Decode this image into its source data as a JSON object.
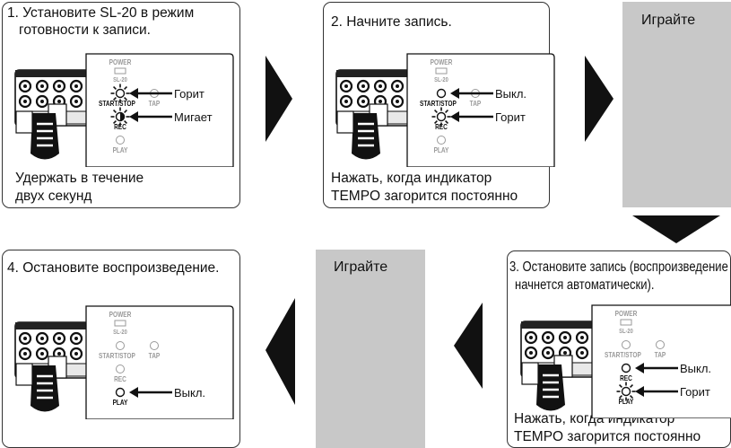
{
  "steps": [
    {
      "title_line1": "1. Установите SL-20 в режим",
      "title_line2": "готовности к записи.",
      "caption_line1": "Удержать в течение",
      "caption_line2": "двух секунд",
      "callout_top": "Горит",
      "callout_bottom": "Мигает"
    },
    {
      "title_line1": "2. Начните запись.",
      "caption_line1": "Нажать, когда индикатор",
      "caption_line2": "TEMPO загорится постоянно",
      "callout_top": "Выкл.",
      "callout_bottom": "Горит"
    },
    {
      "title_line1": "3. Остановите запись (воспроизведение",
      "title_line2": "начнется автоматически).",
      "caption_line1": "Нажать, когда индикатор",
      "caption_line2": "TEMPO загорится постоянно",
      "callout_top": "Выкл.",
      "callout_bottom": "Горит"
    },
    {
      "title_line1": "4. Остановите воспроизведение.",
      "callout": "Выкл."
    }
  ],
  "play_label": "Играйте",
  "device": {
    "power": "POWER",
    "model": "SL-20",
    "start_stop": "START/STOP",
    "tap": "TAP",
    "rec": "REC",
    "play": "PLAY"
  },
  "colors": {
    "arrow": "#111111",
    "play_box": "#c8c8c8",
    "panel_border": "#333333"
  }
}
